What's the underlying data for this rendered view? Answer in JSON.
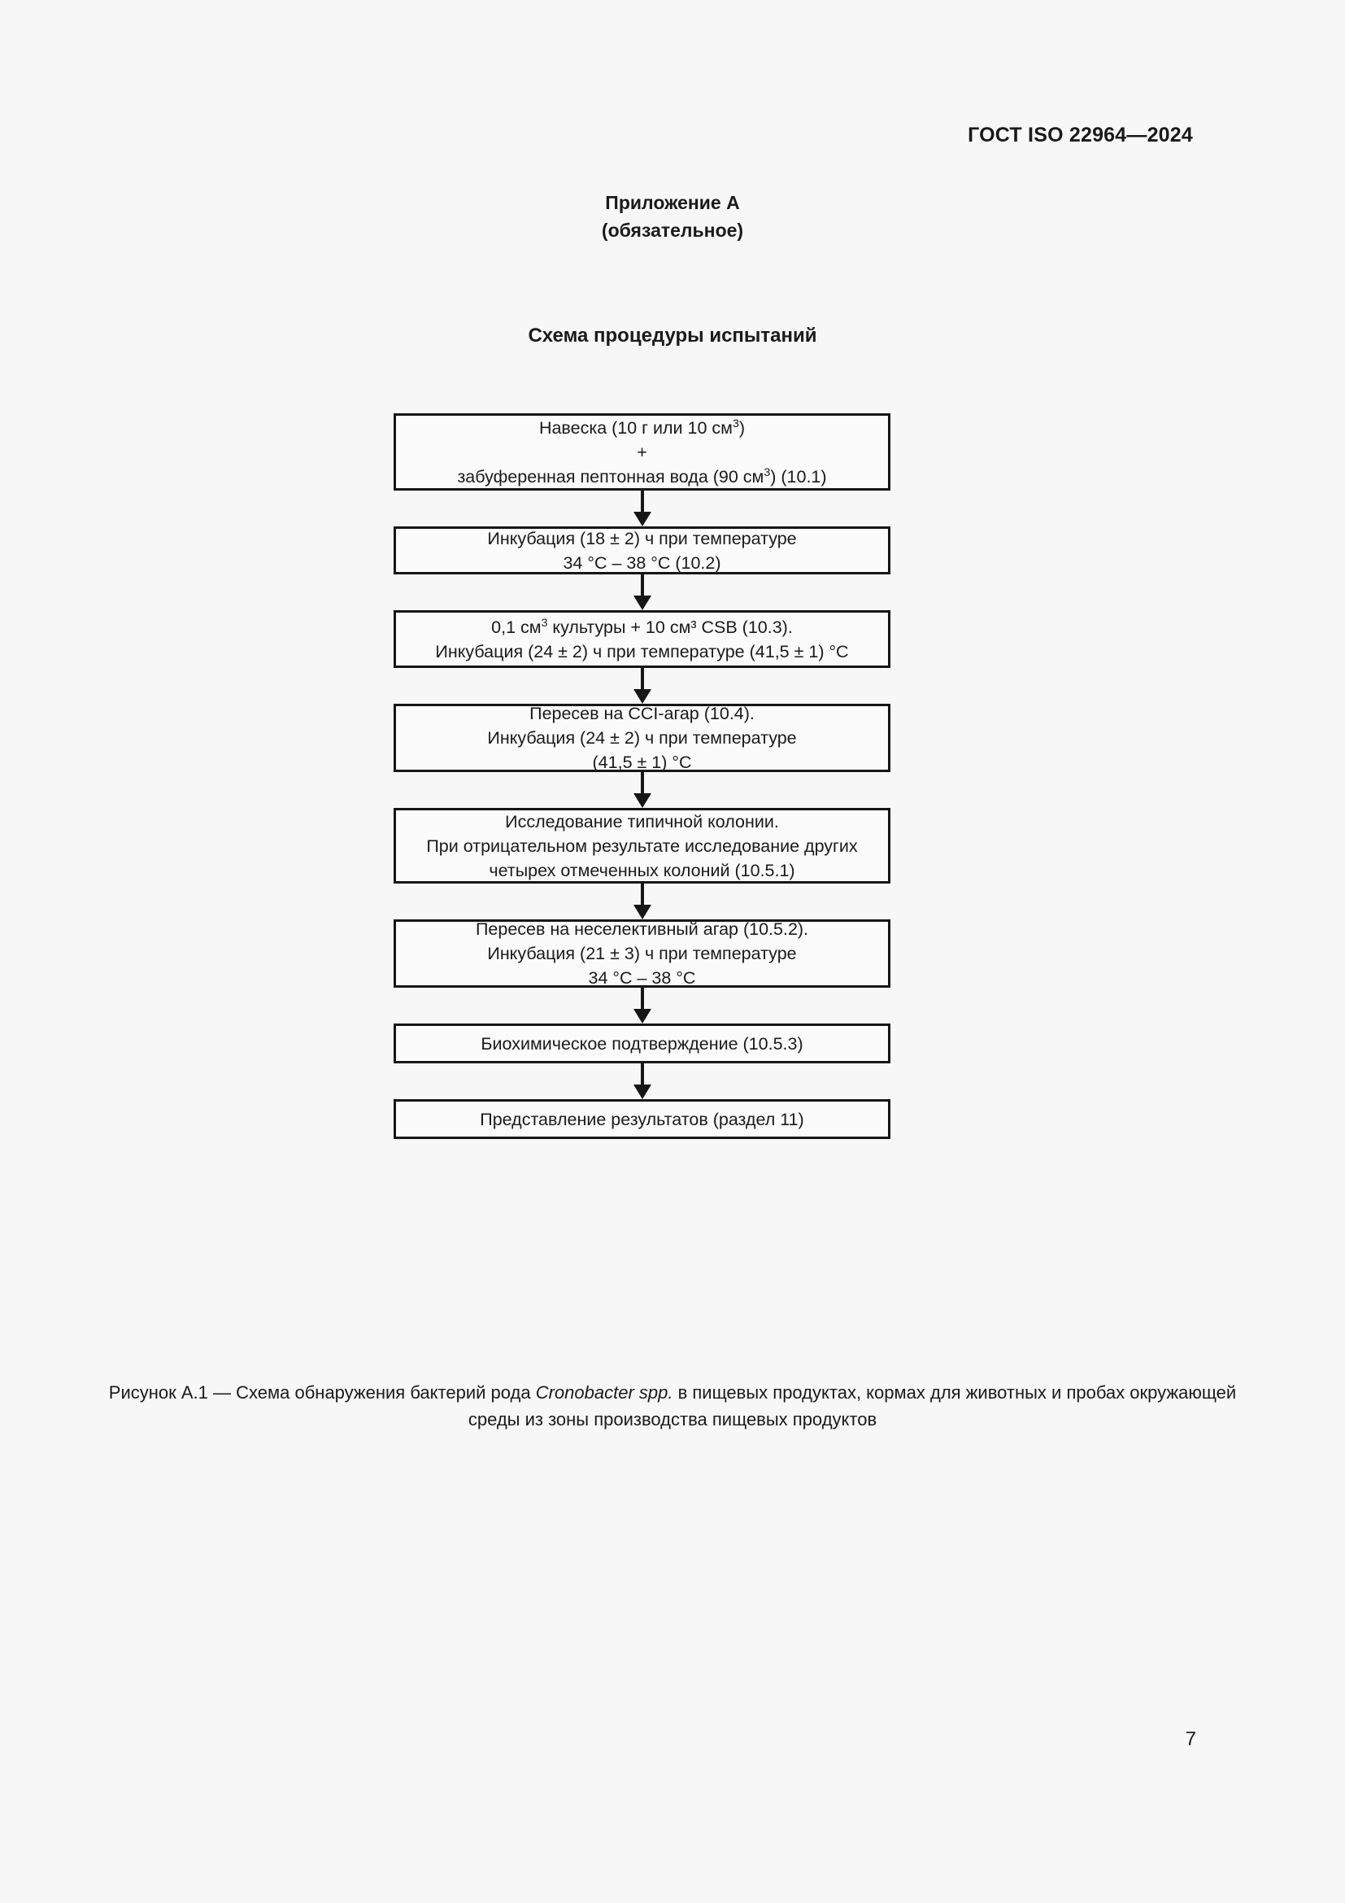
{
  "document": {
    "running_head": "ГОСТ ISO 22964—2024",
    "page_number": "7"
  },
  "annex": {
    "title": "Приложение А",
    "subtitle": "(обязательное)",
    "section_title": "Схема процедуры испытаний"
  },
  "flowchart": {
    "nodes": [
      {
        "id": "node-sample-preparation",
        "height": 95,
        "lines": [
          {
            "pre": "Навеска (10 г или 10 см",
            "sup": "3",
            "post": ")"
          },
          {
            "pre": "+",
            "sup": "",
            "post": ""
          },
          {
            "pre": "забуференная пептонная вода (90 см",
            "sup": "3",
            "post": ") (10.1)"
          }
        ]
      },
      {
        "id": "node-preenrichment-incubation",
        "height": 59,
        "lines": [
          {
            "pre": "Инкубация (18 ± 2) ч при температуре",
            "sup": "",
            "post": ""
          },
          {
            "pre": "34 °C – 38 °C (10.2)",
            "sup": "",
            "post": ""
          }
        ]
      },
      {
        "id": "node-csb-enrichment",
        "height": 71,
        "lines": [
          {
            "pre": "0,1 см",
            "sup": "3",
            "post": " культуры + 10 см³ CSB (10.3)."
          },
          {
            "pre": "Инкубация (24 ± 2) ч при температуре (41,5 ± 1) °C",
            "sup": "",
            "post": ""
          }
        ]
      },
      {
        "id": "node-cci-agar-plating",
        "height": 84,
        "lines": [
          {
            "pre": "Пересев на CCI-агар (10.4).",
            "sup": "",
            "post": ""
          },
          {
            "pre": "Инкубация (24 ± 2) ч при температуре",
            "sup": "",
            "post": ""
          },
          {
            "pre": "(41,5 ± 1) °C",
            "sup": "",
            "post": ""
          }
        ]
      },
      {
        "id": "node-colony-examination",
        "height": 93,
        "lines": [
          {
            "pre": "Исследование типичной колонии.",
            "sup": "",
            "post": ""
          },
          {
            "pre": "При отрицательном результате исследование других",
            "sup": "",
            "post": ""
          },
          {
            "pre": "четырех отмеченных колоний (10.5.1)",
            "sup": "",
            "post": ""
          }
        ]
      },
      {
        "id": "node-nonselective-agar",
        "height": 84,
        "lines": [
          {
            "pre": "Пересев на неселективный агар (10.5.2).",
            "sup": "",
            "post": ""
          },
          {
            "pre": "Инкубация (21 ± 3) ч при температуре",
            "sup": "",
            "post": ""
          },
          {
            "pre": "34 °C – 38 °C",
            "sup": "",
            "post": ""
          }
        ]
      },
      {
        "id": "node-biochemical-confirmation",
        "height": 49,
        "lines": [
          {
            "pre": "Биохимическое подтверждение (10.5.3)",
            "sup": "",
            "post": ""
          }
        ]
      },
      {
        "id": "node-results-reporting",
        "height": 49,
        "lines": [
          {
            "pre": "Представление результатов (раздел 11)",
            "sup": "",
            "post": ""
          }
        ]
      }
    ]
  },
  "caption": {
    "prefix": "Рисунок А.1 — Схема обнаружения бактерий рода ",
    "italic": "Cronobacter spp.",
    "suffix": " в пищевых продуктах, кормах для животных и пробах окружающей среды из зоны производства пищевых продуктов"
  }
}
